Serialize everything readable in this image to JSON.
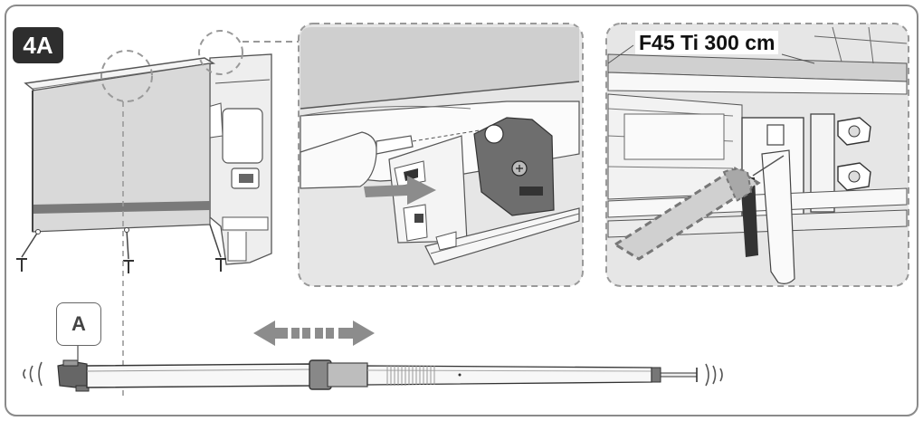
{
  "step": {
    "label": "4A"
  },
  "callout": {
    "model": "F45 Ti 300 cm"
  },
  "part": {
    "label": "A"
  },
  "colors": {
    "frame": "#8a8a8a",
    "awning_fabric": "#d9d9d9",
    "awning_stripe": "#7a7a7a",
    "arrow": "#8c8c8c",
    "badge_bg": "#2e2e2e",
    "detail_bg": "#e6e6e6"
  },
  "icons": [
    "motion-arrow-icon",
    "sound-waves-icon",
    "pole-tip-icon"
  ]
}
